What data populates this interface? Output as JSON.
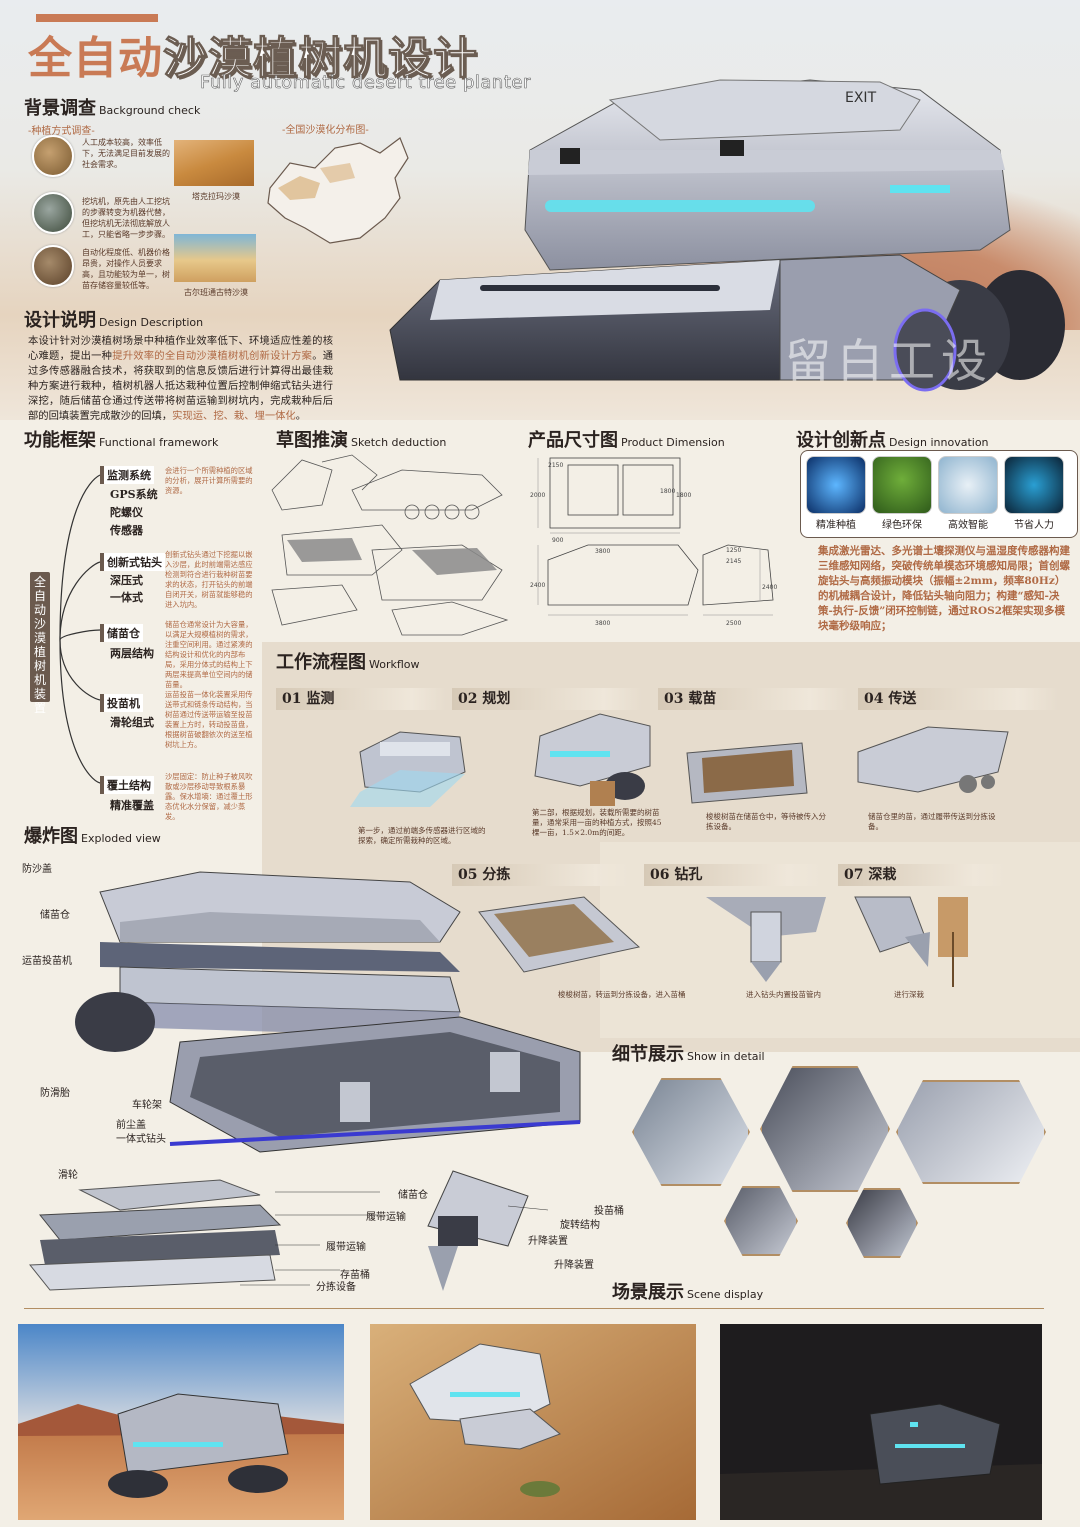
{
  "header": {
    "title_part1": "全自动",
    "title_part2": "沙漠植树机设计",
    "subtitle_en": "Fully automatic desert tree planter"
  },
  "background_check": {
    "title": "背景调查",
    "title_en": "Background check",
    "planting_survey_label": "-种植方式调查-",
    "distribution_label": "-全国沙漠化分布图-",
    "notes": [
      "人工成本较高，效率低下，无法满足目前发展的社会需求。",
      "挖坑机，原先由人工挖坑的步骤转变为机器代替，但挖坑机无法彻底解放人工，只能省略一步步骤。",
      "自动化程度低、机器价格昂贵，对操作人员要求高，且功能较为单一，树苗存储容量较低等。"
    ],
    "photo_captions": [
      "塔克拉玛沙漠",
      "古尔班通古特沙漠"
    ]
  },
  "design_description": {
    "title": "设计说明",
    "title_en": "Design Description",
    "text_before": "本设计针对沙漠植树场景中种植作业效率低下、环境适应性差的核心难题，提出一种",
    "text_highlight1": "提升效率的全自动沙漠植树机创新设计方案",
    "text_middle": "。通过多传感器融合技术，将获取到的信息反馈后进行计算得出最佳栽种方案进行栽种，植树机器人抵达栽种位置后控制伸缩式钻头进行深挖，随后储苗仓通过传送带将树苗运输到树坑内，完成栽种后后部的回填装置完成散沙的回填，",
    "text_highlight2": "实现运、挖、栽、埋一体化",
    "text_end": "。"
  },
  "watermark": "留白工设",
  "functional_framework": {
    "title": "功能框架",
    "title_en": "Functional framework",
    "root_label": "全自动沙漠植树机装置",
    "groups": [
      {
        "name": "监测系统",
        "items": [
          "GPS系统",
          "陀螺仪",
          "传感器"
        ],
        "note": "会进行一个所需种植的区域的分析，展开计算所需要的资源。"
      },
      {
        "name": "创新式钻头",
        "items": [
          "深压式",
          "一体式"
        ],
        "note": "创新式钻头通过下挖掘以嵌入沙层，此时前端需达感应检测到符合进行栽种树苗要求的状态，打开钻头的前端自闭开关，树苗就能够稳的进入坑内。"
      },
      {
        "name": "储苗仓",
        "items": [
          "两层结构"
        ],
        "note": "储苗仓通常设计为大容量，以满足大规模植树的需求，注重空间利用。通过紧凑的结构设计和优化的内部布局，采用分体式的结构上下两层来提高单位空间内的储苗量。"
      },
      {
        "name": "投苗机",
        "items": [
          "滑轮组式"
        ],
        "note": "运苗投苗一体化装置采用传送带式和链条传动结构，当树苗通过传送带运输至投苗装置上方时，转动投苗盘，根据树苗破翻依次的送至植树坑上方。"
      },
      {
        "name": "覆土结构",
        "items": [
          "精准覆盖"
        ],
        "note": "沙层固定：防止种子被风吹散或沙层移动导致根系暴露。保水增墒：通过覆土形态优化水分保留，减少蒸发。"
      }
    ]
  },
  "sketch": {
    "title": "草图推演",
    "title_en": "Sketch deduction"
  },
  "dimension": {
    "title": "产品尺寸图",
    "title_en": "Product Dimension",
    "labels": [
      "2150",
      "1800",
      "2000",
      "1800",
      "900",
      "3800",
      "2400",
      "3800",
      "1250",
      "2145",
      "2400",
      "2500"
    ]
  },
  "innovation": {
    "title": "设计创新点",
    "title_en": "Design innovation",
    "items": [
      "精准种植",
      "绿色环保",
      "高效智能",
      "节省人力"
    ],
    "text": "集成激光雷达、多光谱土壤探测仪与温湿度传感器构建三维感知网络，突破传统单模态环境感知局限；首创螺旋钻头与高频振动模块（振幅±2mm，频率80Hz）的机械耦合设计，降低钻头轴向阻力；构建“感知-决策-执行-反馈”闭环控制链，通过ROS2框架实现多模块毫秒级响应；"
  },
  "workflow": {
    "title": "工作流程图",
    "title_en": "Workflow",
    "steps": [
      {
        "label": "01 监测",
        "note": "第一步，通过前端多传感器进行区域的探索，确定所需栽种的区域。"
      },
      {
        "label": "02 规划",
        "note": "第二部，根据规划，装载所需要的树苗量，通常采用一亩的种植方式，按照45棵一亩，1.5×2.0m的间距。"
      },
      {
        "label": "03 载苗",
        "note": "梭梭树苗在储苗仓中，等待被传入分拣设备。"
      },
      {
        "label": "04 传送",
        "note": "储苗仓里的苗，通过履带传送到分拣设备。"
      },
      {
        "label": "05 分拣",
        "note": "梭梭树苗，转运到分拣设备，进入苗桶"
      },
      {
        "label": "06 钻孔",
        "note": "进入钻头内置投苗管内"
      },
      {
        "label": "07 深栽",
        "note": "进行深栽"
      }
    ]
  },
  "exploded": {
    "title": "爆炸图",
    "title_en": "Exploded view",
    "labels": [
      "防沙盖",
      "储苗仓",
      "运苗投苗机",
      "防滑胎",
      "车轮架",
      "前尘盖",
      "一体式钻头"
    ],
    "sub_labels_left": [
      "滑轮",
      "储苗仓",
      "履带运输",
      "履带运输",
      "存苗桶",
      "分拣设备"
    ],
    "sub_labels_right": [
      "投苗桶",
      "旋转结构",
      "升降装置",
      "升降装置"
    ]
  },
  "detail": {
    "title": "细节展示",
    "title_en": "Show in detail"
  },
  "scene": {
    "title": "场景展示",
    "title_en": "Scene display"
  },
  "colors": {
    "accent": "#c97a55",
    "dark": "#6b5a4e",
    "cyan_light": "#5fe3f0",
    "bg": "#f3efe6"
  }
}
